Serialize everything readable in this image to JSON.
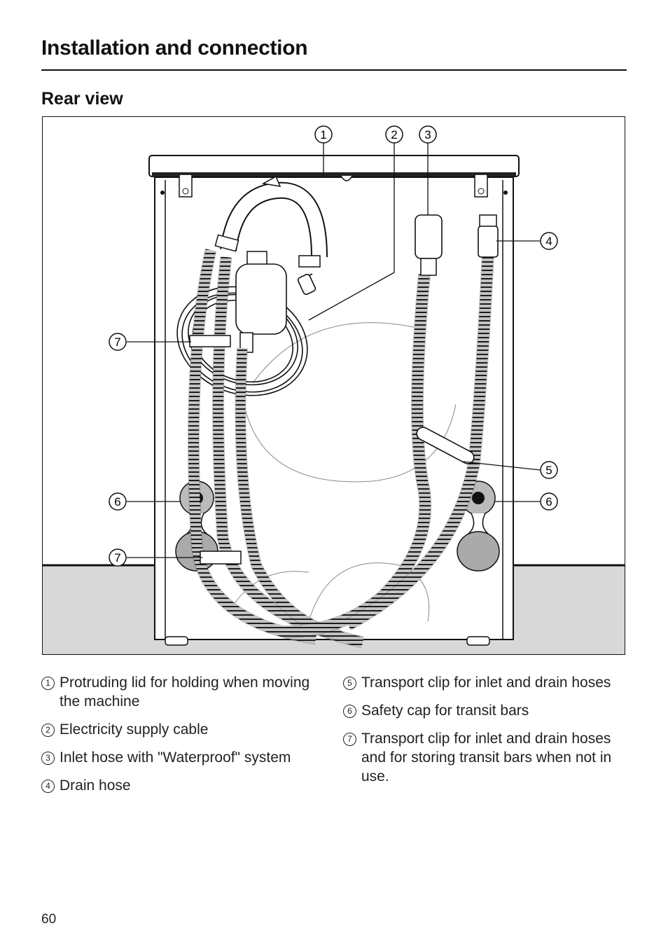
{
  "header": {
    "title": "Installation and connection"
  },
  "section": {
    "heading": "Rear view"
  },
  "figure": {
    "callouts": [
      "1",
      "2",
      "3",
      "4",
      "5",
      "6",
      "6",
      "7",
      "7"
    ]
  },
  "legend": {
    "left": [
      {
        "num": "1",
        "text": "Protruding lid for holding when moving the machine"
      },
      {
        "num": "2",
        "text": "Electricity supply cable"
      },
      {
        "num": "3",
        "text": "Inlet hose with \"Waterproof\" system"
      },
      {
        "num": "4",
        "text": "Drain hose"
      }
    ],
    "right": [
      {
        "num": "5",
        "text": "Transport clip for inlet and drain hoses"
      },
      {
        "num": "6",
        "text": "Safety cap for transit bars"
      },
      {
        "num": "7",
        "text": "Transport clip for inlet and drain hoses and for storing transit bars when not in use."
      }
    ]
  },
  "footer": {
    "page_number": "60"
  }
}
